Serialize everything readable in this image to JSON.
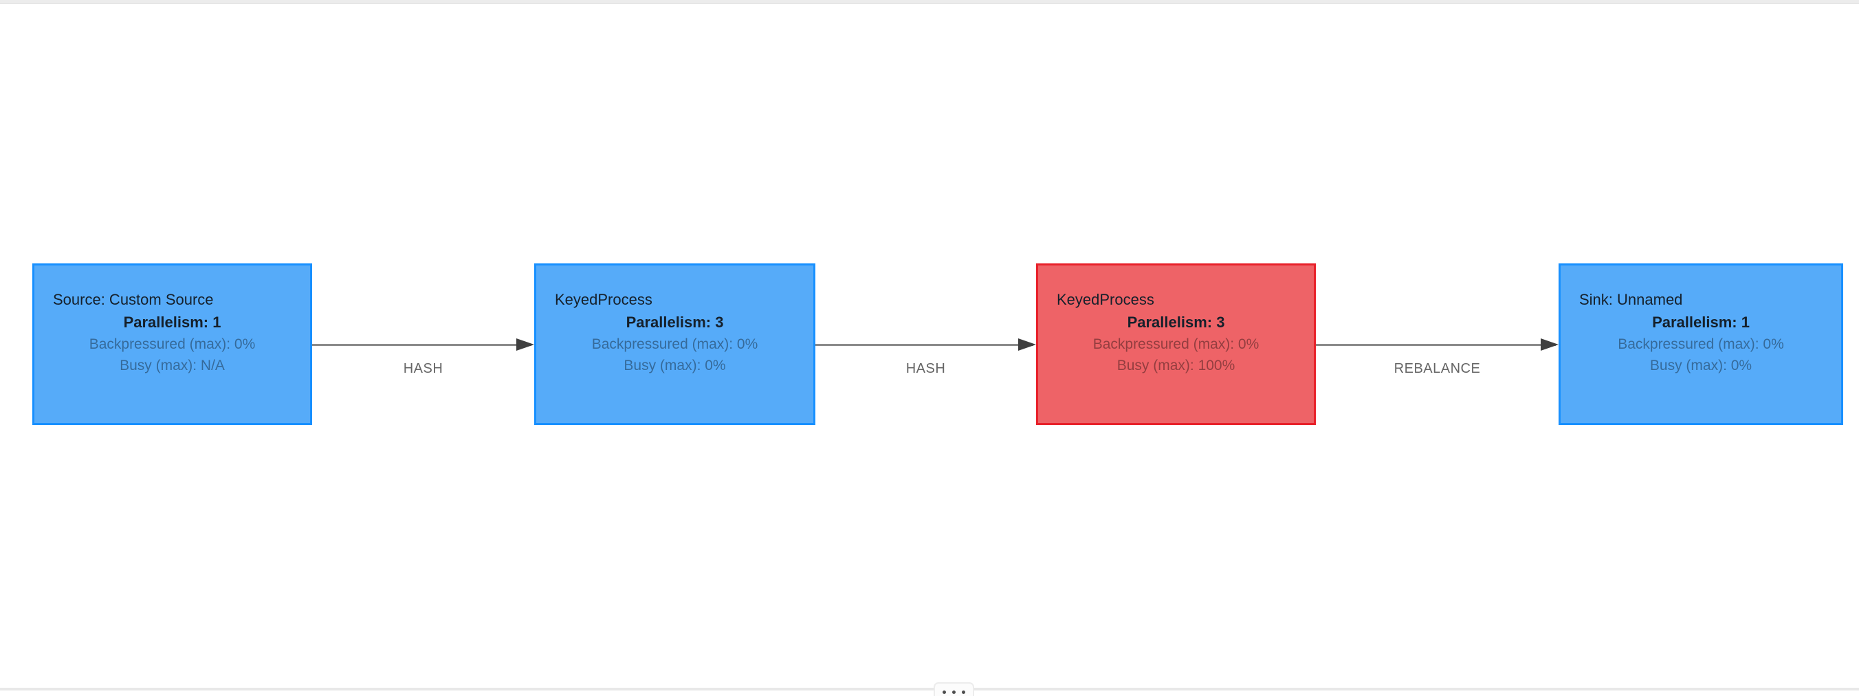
{
  "page": {
    "background_color": "#ffffff",
    "top_strip_color": "#ececec",
    "bottom_divider_color": "#e8e8e8"
  },
  "graph": {
    "nodes": [
      {
        "title": "Source: Custom Source",
        "parallelism": "Parallelism: 1",
        "metrics": [
          "Backpressured (max): 0%",
          "Busy (max): N/A"
        ],
        "variant": "blue",
        "fill_color": "#56ABF9",
        "border_color": "#1890FF"
      },
      {
        "title": "KeyedProcess",
        "parallelism": "Parallelism: 3",
        "metrics": [
          "Backpressured (max): 0%",
          "Busy (max): 0%"
        ],
        "variant": "blue",
        "fill_color": "#56ABF9",
        "border_color": "#1890FF"
      },
      {
        "title": "KeyedProcess",
        "parallelism": "Parallelism: 3",
        "metrics": [
          "Backpressured (max): 0%",
          "Busy (max): 100%"
        ],
        "variant": "red",
        "fill_color": "#EE6367",
        "border_color": "#E8212A"
      },
      {
        "title": "Sink: Unnamed",
        "parallelism": "Parallelism: 1",
        "metrics": [
          "Backpressured (max): 0%",
          "Busy (max): 0%"
        ],
        "variant": "blue",
        "fill_color": "#56ABF9",
        "border_color": "#1890FF"
      }
    ],
    "edges": [
      {
        "label": "HASH"
      },
      {
        "label": "HASH"
      },
      {
        "label": "REBALANCE"
      }
    ],
    "edge_line_color": "#8A8A8A",
    "edge_label_color": "#666666",
    "arrowhead_color": "#3F3F3F"
  },
  "footer": {
    "resize_handle_icon": "ellipsis-icon"
  }
}
